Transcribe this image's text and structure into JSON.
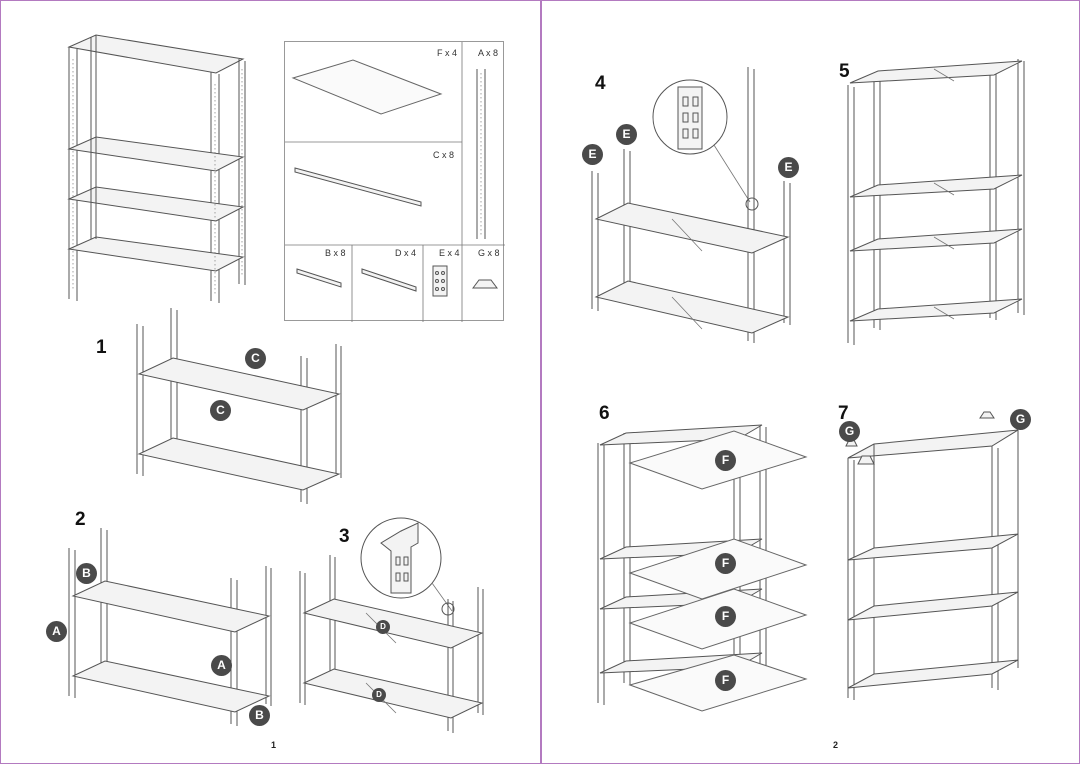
{
  "pages": [
    {
      "page_number": "1"
    },
    {
      "page_number": "2"
    }
  ],
  "parts": [
    {
      "id": "F",
      "label": "F x 4"
    },
    {
      "id": "A",
      "label": "A x 8"
    },
    {
      "id": "C",
      "label": "C x 8"
    },
    {
      "id": "B",
      "label": "B x 8"
    },
    {
      "id": "D",
      "label": "D x 4"
    },
    {
      "id": "E",
      "label": "E x 4"
    },
    {
      "id": "G",
      "label": "G x 8"
    }
  ],
  "steps": [
    {
      "number": "1",
      "callouts": [
        "C",
        "C"
      ]
    },
    {
      "number": "2",
      "callouts": [
        "B",
        "A",
        "A",
        "B"
      ]
    },
    {
      "number": "3",
      "callouts": [
        "D",
        "D"
      ]
    },
    {
      "number": "4",
      "callouts": [
        "E",
        "E",
        "E"
      ]
    },
    {
      "number": "5",
      "callouts": []
    },
    {
      "number": "6",
      "callouts": [
        "F",
        "F",
        "F",
        "F"
      ]
    },
    {
      "number": "7",
      "callouts": [
        "G",
        "G"
      ]
    }
  ],
  "colors": {
    "page_border": "#b37ac0",
    "callout_badge": "#4a4a4a",
    "line_art": "#555555"
  }
}
